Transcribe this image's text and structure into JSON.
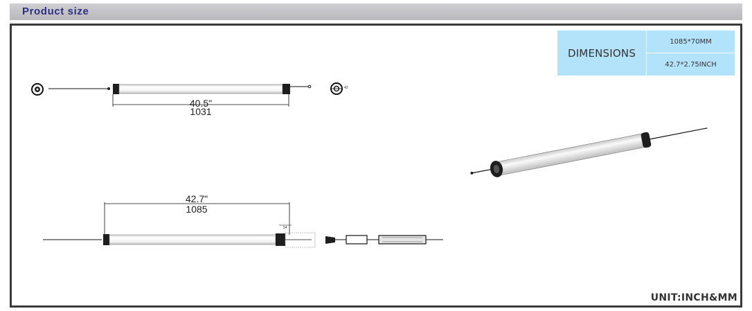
{
  "header": {
    "title": "Product size"
  },
  "dimensions_table": {
    "label": "DIMENSIONS",
    "mm": "1085*70MM",
    "inch": "42.7*2.75INCH"
  },
  "top_view": {
    "length_inch": "40.5\"",
    "length_mm": "1031"
  },
  "bottom_view": {
    "length_inch": "42.7\"",
    "length_mm": "1085",
    "end_small_label": "54"
  },
  "end_cap_small_label": "42",
  "unit_note": "UNIT:INCH&MM"
}
